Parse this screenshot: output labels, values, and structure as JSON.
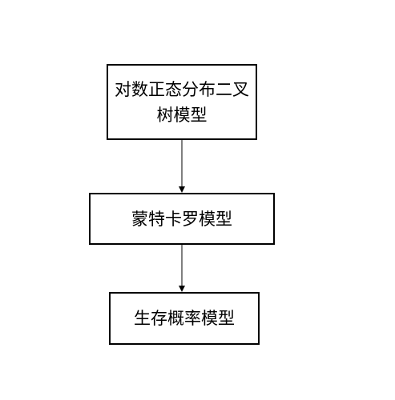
{
  "diagram": {
    "nodes": [
      {
        "id": "box1",
        "label": "对数正态分布二叉树模型"
      },
      {
        "id": "box2",
        "label": "蒙特卡罗模型"
      },
      {
        "id": "box3",
        "label": "生存概率模型"
      }
    ],
    "edges": [
      {
        "from": "box1",
        "to": "box2"
      },
      {
        "from": "box2",
        "to": "box3"
      }
    ]
  }
}
